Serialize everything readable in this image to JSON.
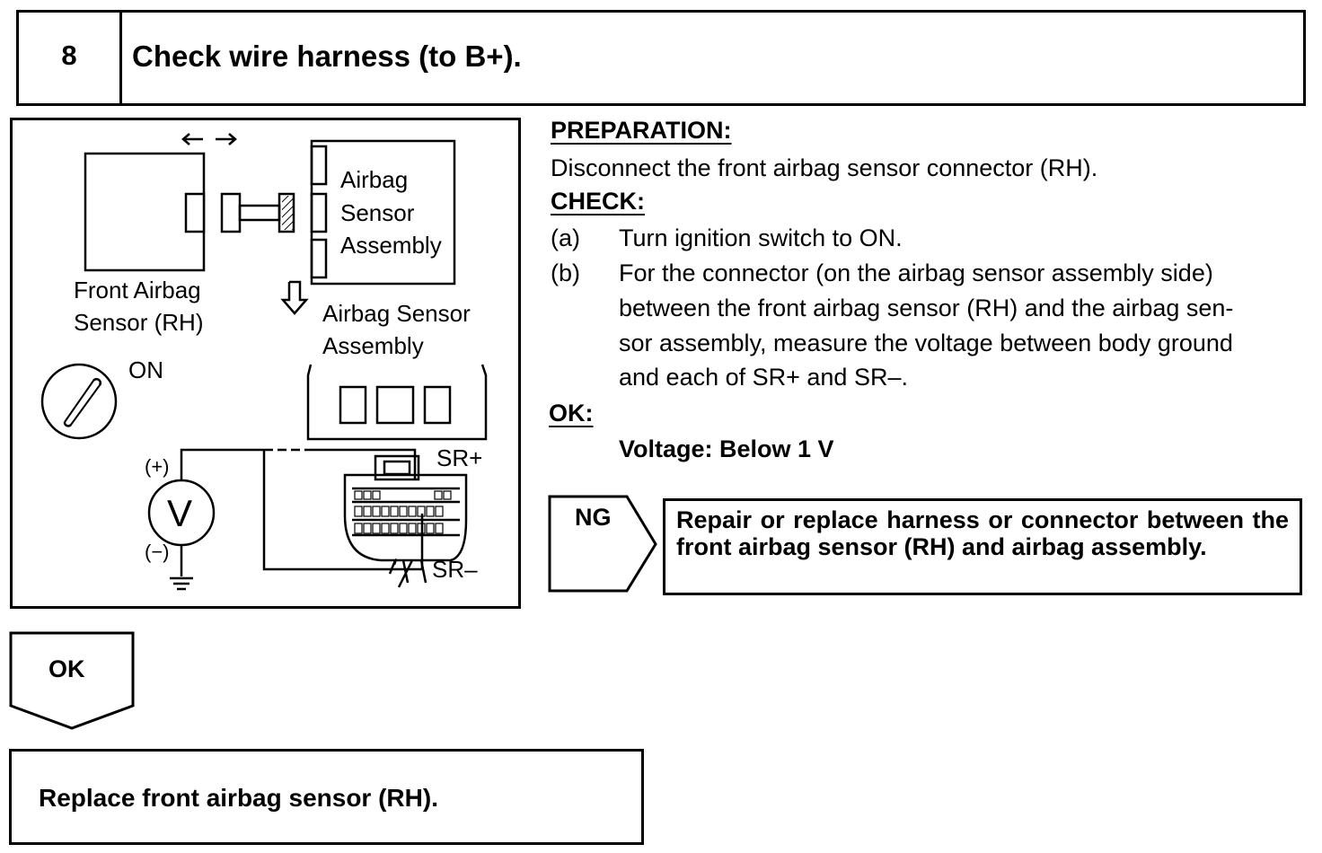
{
  "step": {
    "number": "8",
    "title": "Check wire harness (to B+)."
  },
  "diagram": {
    "front_sensor_label_line1": "Front Airbag",
    "front_sensor_label_line2": "Sensor (RH)",
    "airbag_assembly_top_line1": "Airbag",
    "airbag_assembly_top_line2": "Sensor",
    "airbag_assembly_top_line3": "Assembly",
    "airbag_assembly_label_line1": "Airbag Sensor",
    "airbag_assembly_label_line2": "Assembly",
    "ignition_label": "ON",
    "voltmeter_symbol": "V",
    "plus_terminal": "(+)",
    "minus_terminal": "(−)",
    "sr_plus": "SR+",
    "sr_minus": "SR–"
  },
  "instructions": {
    "preparation_heading": "PREPARATION:",
    "preparation_text": "Disconnect the front airbag sensor connector (RH).",
    "check_heading": "CHECK:",
    "step_a_label": "(a)",
    "step_a_text": "Turn ignition switch to ON.",
    "step_b_label": "(b)",
    "step_b_line1": "For the connector (on the airbag sensor assembly side)",
    "step_b_line2": "between the front airbag sensor (RH) and the airbag sen-",
    "step_b_line3": "sor assembly, measure the voltage between body ground",
    "step_b_line4": "and each of SR+ and SR–.",
    "ok_heading": "OK:",
    "ok_spec": "Voltage: Below 1 V"
  },
  "ng_branch": {
    "label": "NG",
    "result": "Repair or replace harness or connector between the front airbag sensor (RH) and airbag assembly."
  },
  "ok_branch": {
    "label": "OK"
  },
  "final_step": {
    "text": "Replace front airbag sensor (RH)."
  }
}
